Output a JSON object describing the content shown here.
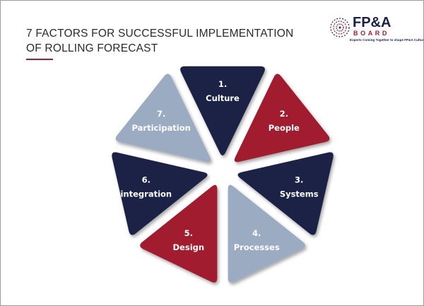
{
  "title": {
    "line1": "7 FACTORS FOR SUCCESSFUL IMPLEMENTATION",
    "line2": "OF ROLLING FORECAST"
  },
  "logo": {
    "main": "FP&A",
    "sub": "BOARD",
    "tagline": "Experts Coming Together to shape FP&A Culture"
  },
  "colors": {
    "navy": "#1c2045",
    "crimson": "#a11c2e",
    "steel": "#9aabc2"
  },
  "segments": [
    {
      "number": "1.",
      "label": "Culture",
      "color": "navy"
    },
    {
      "number": "2.",
      "label": "People",
      "color": "crimson"
    },
    {
      "number": "3.",
      "label": "Systems",
      "color": "navy"
    },
    {
      "number": "4.",
      "label": "Processes",
      "color": "steel"
    },
    {
      "number": "5.",
      "label": "Design",
      "color": "crimson"
    },
    {
      "number": "6.",
      "label": "integration",
      "color": "navy"
    },
    {
      "number": "7.",
      "label": "Participation",
      "color": "steel"
    }
  ]
}
